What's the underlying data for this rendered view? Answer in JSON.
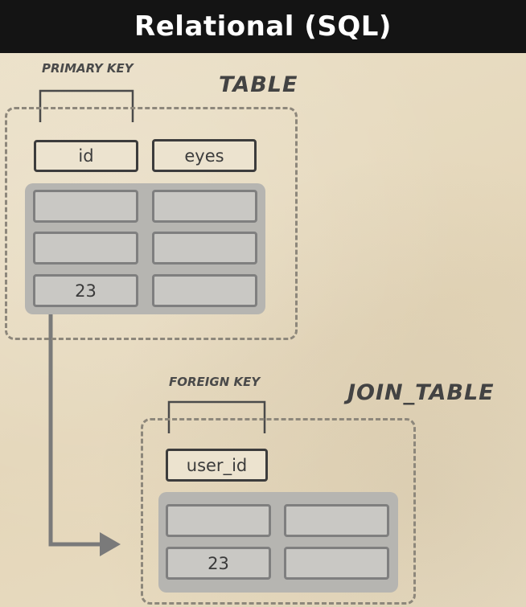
{
  "title": "Relational (SQL)",
  "table": {
    "name": "TABLE",
    "key_label": "PRIMARY KEY",
    "columns": [
      "id",
      "eyes"
    ],
    "rows": [
      [
        "",
        ""
      ],
      [
        "",
        ""
      ],
      [
        "23",
        ""
      ]
    ]
  },
  "join_table": {
    "name": "JOIN_TABLE",
    "key_label": "FOREIGN KEY",
    "columns": [
      "user_id"
    ],
    "rows": [
      [
        "",
        ""
      ],
      [
        "23",
        ""
      ]
    ]
  },
  "colors": {
    "title_bar": "#141414",
    "paper": "#e8dcc2",
    "cell_border": "#3c3c3c",
    "row_panel": "#b6b5b1",
    "arrow": "#7a7a7a",
    "dashed": "#8d877b"
  }
}
